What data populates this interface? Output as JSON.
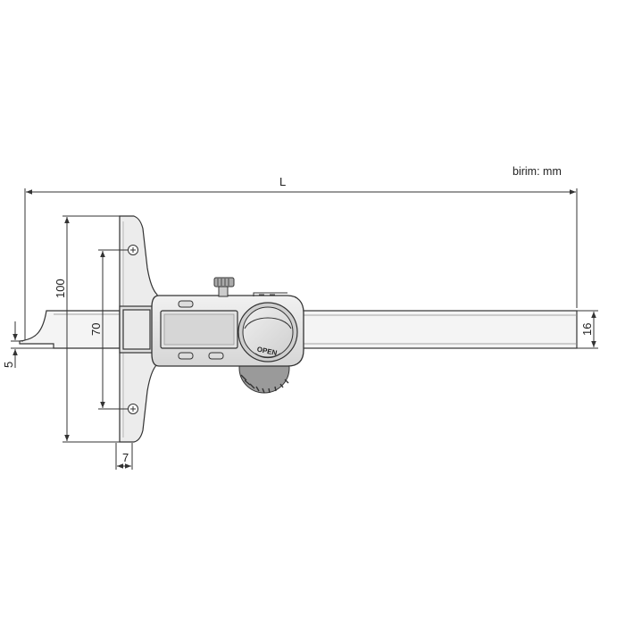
{
  "unit_label": "birim: mm",
  "dimensions": {
    "overall_length": "L",
    "base_height": "100",
    "hole_spacing": "70",
    "hook_depth": "5",
    "base_thickness": "7",
    "beam_width": "16"
  },
  "display": {
    "button_label": "OPEN"
  },
  "colors": {
    "body_fill": "#e6e6e6",
    "beam_fill": "#f2f2f2",
    "line": "#333333",
    "screen": "#dcdcdc"
  }
}
